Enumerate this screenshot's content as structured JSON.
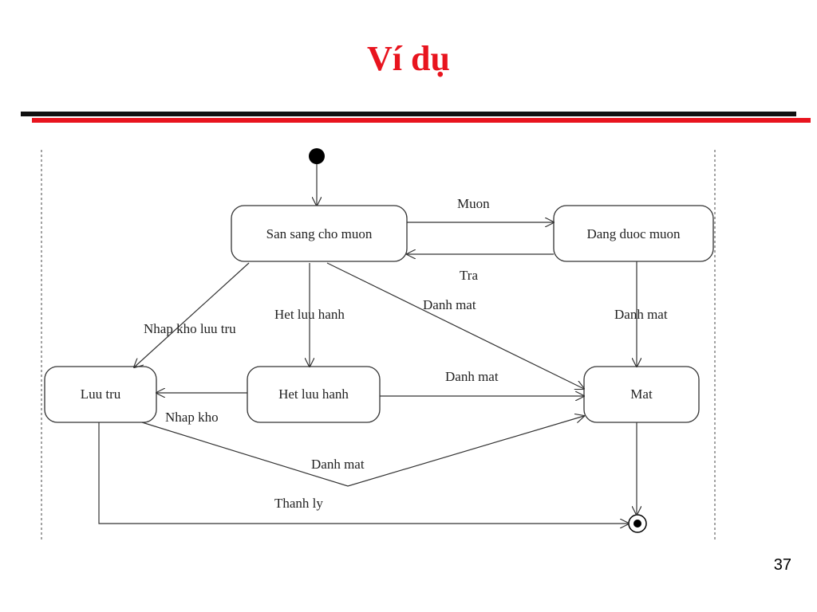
{
  "slide": {
    "title": "Ví dụ",
    "page_number": "37"
  },
  "diagram": {
    "states": [
      {
        "id": "san-sang",
        "label": "San sang cho muon"
      },
      {
        "id": "dang-duoc-muon",
        "label": "Dang duoc muon"
      },
      {
        "id": "luu-tru",
        "label": "Luu tru"
      },
      {
        "id": "het-luu-hanh",
        "label": "Het luu hanh"
      },
      {
        "id": "mat",
        "label": "Mat"
      }
    ],
    "transitions": [
      {
        "from": "san-sang",
        "to": "dang-duoc-muon",
        "label": "Muon"
      },
      {
        "from": "dang-duoc-muon",
        "to": "san-sang",
        "label": "Tra"
      },
      {
        "from": "san-sang",
        "to": "luu-tru",
        "label": "Nhap kho luu tru"
      },
      {
        "from": "san-sang",
        "to": "het-luu-hanh",
        "label": "Het luu hanh"
      },
      {
        "from": "san-sang",
        "to": "mat",
        "label": "Danh mat"
      },
      {
        "from": "dang-duoc-muon",
        "to": "mat",
        "label": "Danh mat"
      },
      {
        "from": "het-luu-hanh",
        "to": "mat",
        "label": "Danh mat"
      },
      {
        "from": "het-luu-hanh",
        "to": "luu-tru",
        "label": "Nhap kho"
      },
      {
        "from": "luu-tru",
        "to": "mat",
        "label": "Danh mat"
      },
      {
        "from": "luu-tru",
        "to": "final",
        "label": "Thanh ly"
      },
      {
        "from": "mat",
        "to": "final",
        "label": ""
      }
    ]
  }
}
